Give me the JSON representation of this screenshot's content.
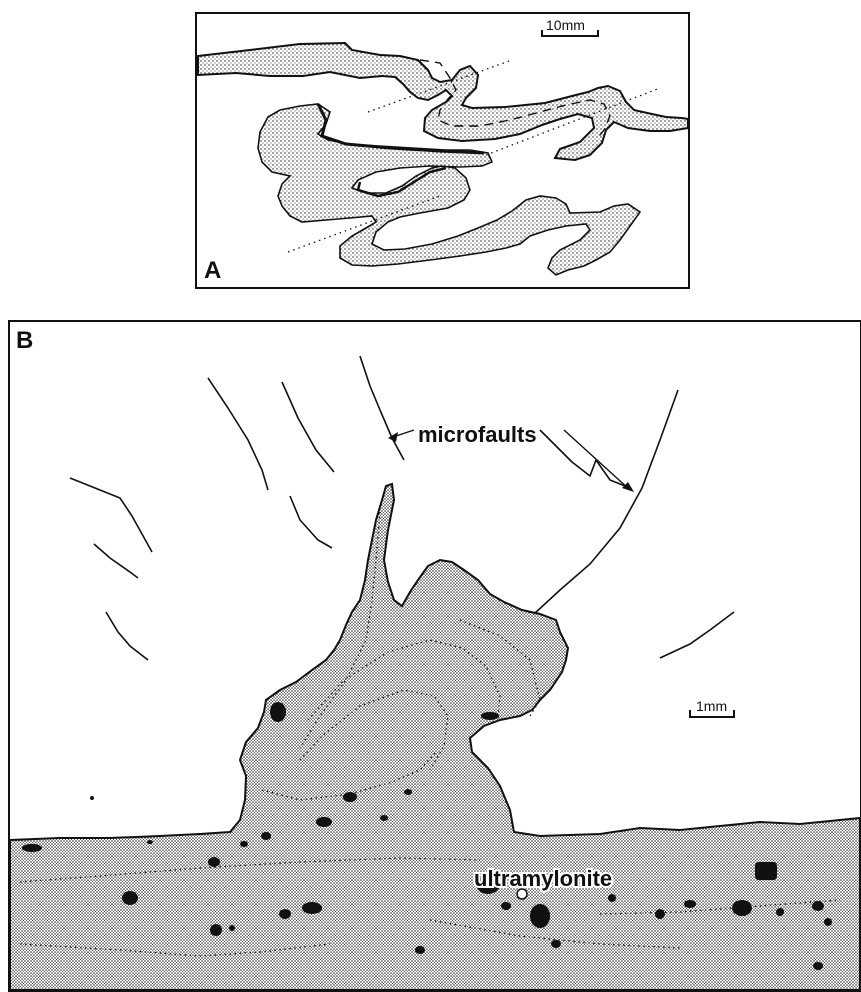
{
  "panels": [
    {
      "label": "A",
      "scale_bar": "10mm"
    },
    {
      "label": "B",
      "scale_bar": "1mm"
    }
  ],
  "annotations": {
    "microfaults": "microfaults",
    "ultramylonite": "ultramylonite"
  },
  "colors": {
    "ink": "#111111",
    "background": "#ffffff",
    "stipple": "#1a1a1a"
  }
}
